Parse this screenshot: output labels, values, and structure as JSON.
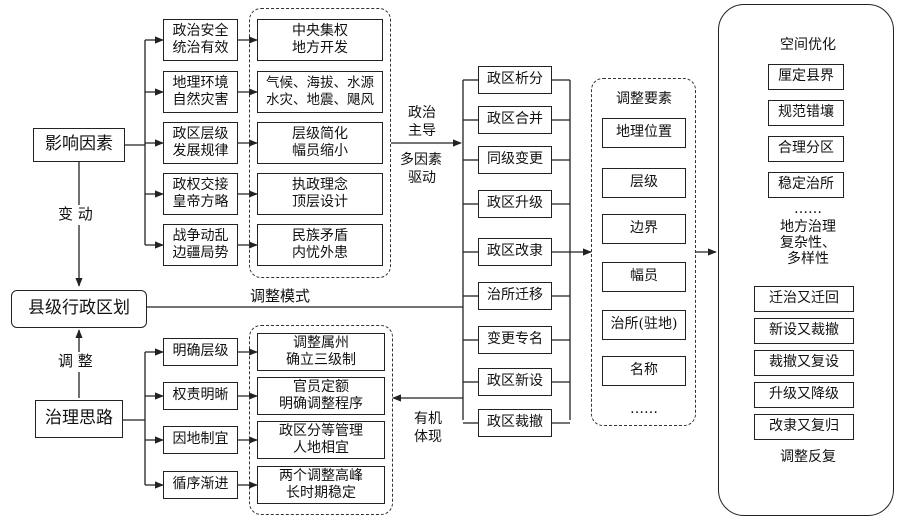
{
  "left": {
    "influence": "影响因素",
    "county": "县级行政区划",
    "governance": "治理思路",
    "change_label": "变 动",
    "adjust_label": "调 整",
    "mode_label": "调整模式"
  },
  "factors": [
    [
      "政治安全",
      "统治有效"
    ],
    [
      "地理环境",
      "自然灾害"
    ],
    [
      "政区层级",
      "发展规律"
    ],
    [
      "政权交接",
      "皇帝方略"
    ],
    [
      "战争动乱",
      "边疆局势"
    ]
  ],
  "factor_details": [
    [
      "中央集权",
      "地方开发"
    ],
    [
      "气候、海拔、水源",
      "水灾、地震、飓风"
    ],
    [
      "层级简化",
      "幅员缩小"
    ],
    [
      "执政理念",
      "顶层设计"
    ],
    [
      "民族矛盾",
      "内忧外患"
    ]
  ],
  "ideas": [
    "明确层级",
    "权责明晰",
    "因地制宜",
    "循序渐进"
  ],
  "idea_details": [
    [
      "调整属州",
      "确立三级制"
    ],
    [
      "官员定额",
      "明确调整程序"
    ],
    [
      "政区分等管理",
      "人地相宜"
    ],
    [
      "两个调整高峰",
      "长时期稳定"
    ]
  ],
  "flow_labels": {
    "top_a": "政治",
    "top_b": "主导",
    "top_c": "多因素",
    "top_d": "驱动",
    "bottom_a": "有机",
    "bottom_b": "体现"
  },
  "change_types": [
    "政区析分",
    "政区合并",
    "同级变更",
    "政区升级",
    "政区改隶",
    "治所迁移",
    "变更专名",
    "政区新设",
    "政区裁撤"
  ],
  "elements": {
    "title": "调整要素",
    "items": [
      "地理位置",
      "层级",
      "边界",
      "幅员",
      "治所(驻地)",
      "名称"
    ],
    "more": "……"
  },
  "right": {
    "opt_title": "空间优化",
    "opt_items": [
      "厘定县界",
      "规范错壤",
      "合理分区",
      "稳定治所"
    ],
    "opt_more": "……",
    "mid_text": [
      "地方治理",
      "复杂性、",
      "多样性"
    ],
    "rep_items": [
      "迁治又迁回",
      "新设又裁撤",
      "裁撤又复设",
      "升级又降级",
      "改隶又复归"
    ],
    "rep_title": "调整反复"
  }
}
